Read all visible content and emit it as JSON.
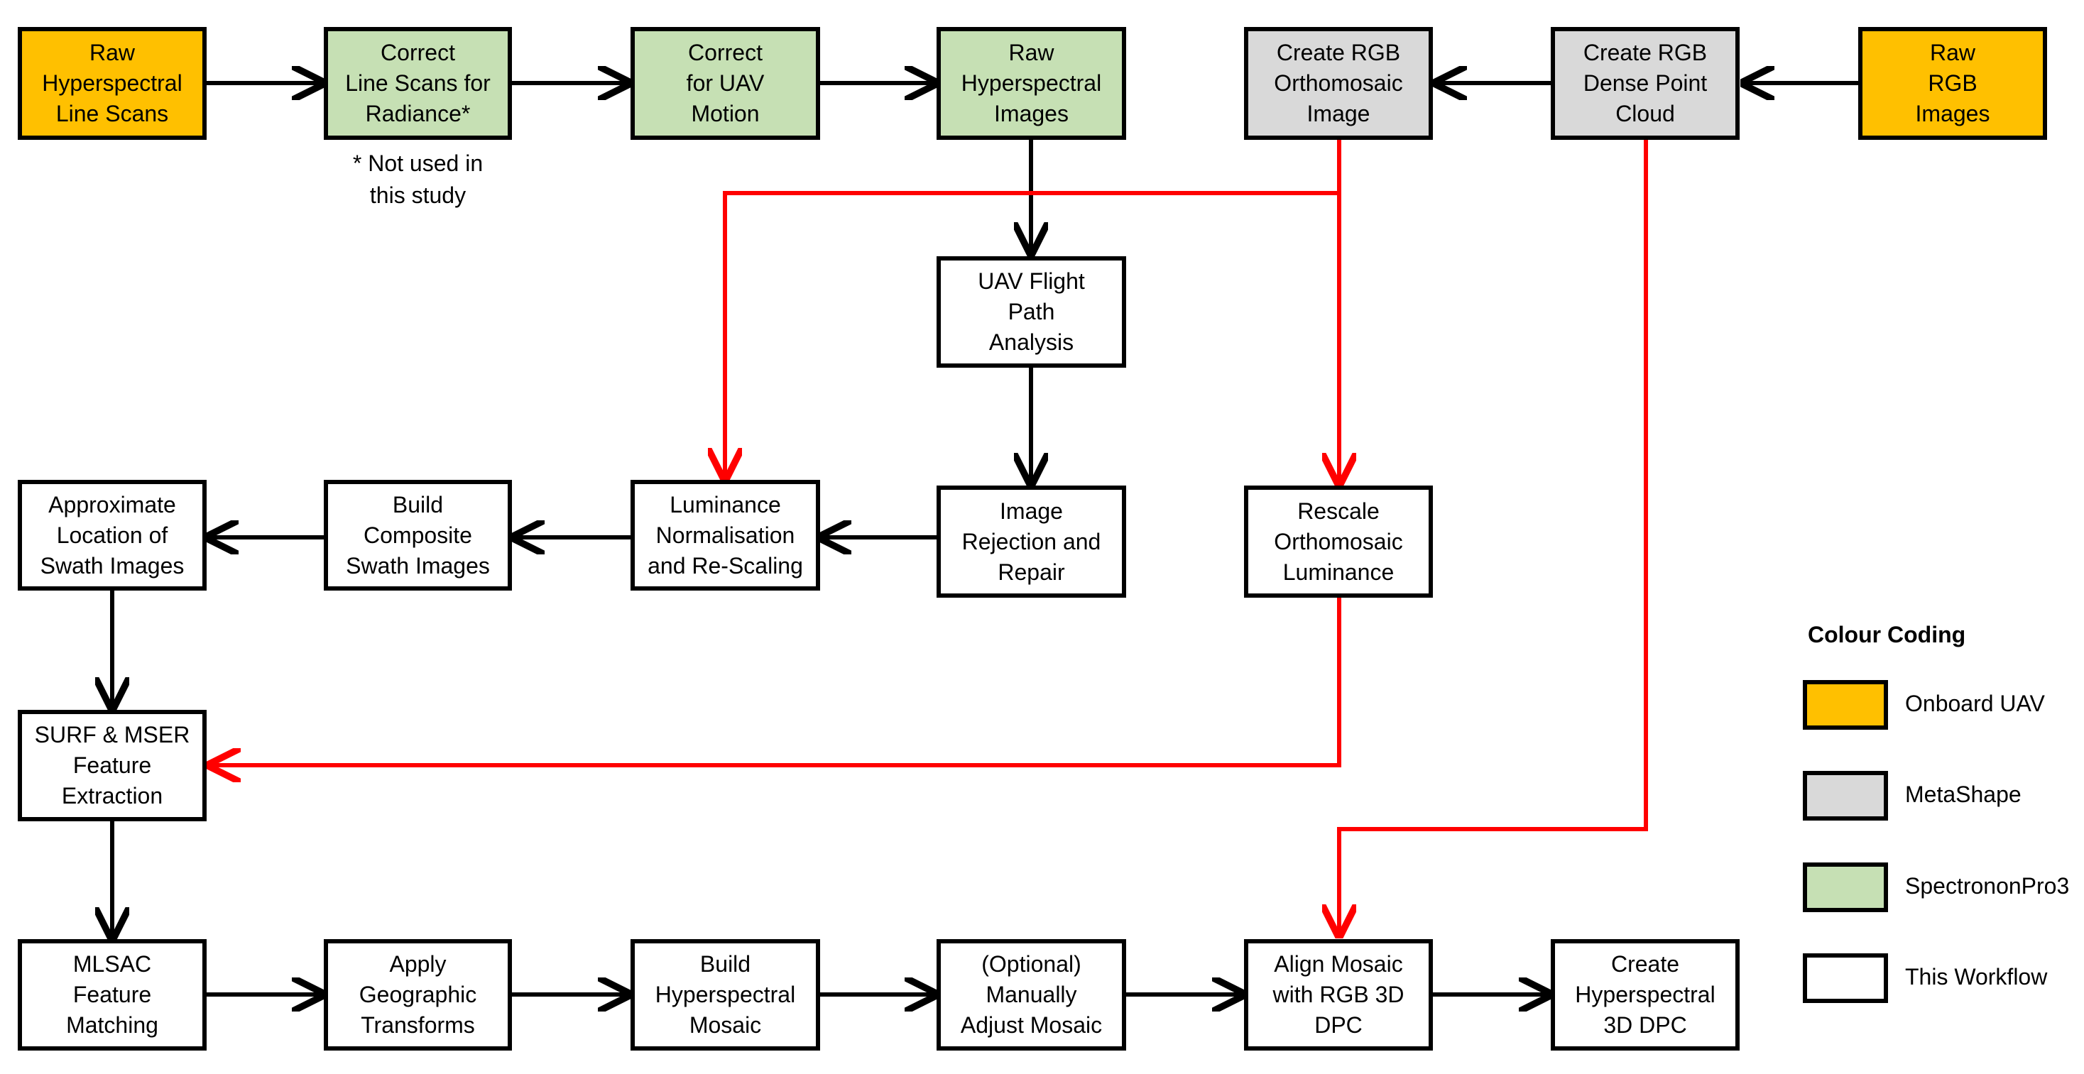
{
  "colors": {
    "onboard": "#FFC000",
    "metashape": "#D9D9D9",
    "spectronon": "#C6E0B4",
    "workflow": "#FFFFFF",
    "arrow_black": "#000000",
    "arrow_red": "#FF0000"
  },
  "nodes": {
    "raw_hs_linescans": "Raw\nHyperspectral\nLine Scans",
    "correct_radiance": "Correct\nLine Scans for\nRadiance*",
    "correct_uav_motion": "Correct\nfor UAV\nMotion",
    "raw_hs_images": "Raw\nHyperspectral\nImages",
    "create_rgb_ortho": "Create RGB\nOrthomosaic\nImage",
    "create_rgb_dpc": "Create RGB\nDense Point\nCloud",
    "raw_rgb_images": "Raw\nRGB\nImages",
    "uav_flight_path": "UAV Flight\nPath\nAnalysis",
    "approx_location": "Approximate\nLocation of\nSwath Images",
    "build_composite": "Build\nComposite\nSwath Images",
    "luminance_norm": "Luminance\nNormalisation\nand Re-Scaling",
    "image_rejection": "Image\nRejection and\nRepair",
    "rescale_ortho": "Rescale\nOrthomosaic\nLuminance",
    "surf_mser": "SURF & MSER\nFeature\nExtraction",
    "mlsac": "MLSAC\nFeature\nMatching",
    "apply_geo": "Apply\nGeographic\nTransforms",
    "build_hs_mosaic": "Build\nHyperspectral\nMosaic",
    "manual_adjust": "(Optional)\nManually\nAdjust Mosaic",
    "align_mosaic": "Align Mosaic\nwith RGB 3D\nDPC",
    "create_hs_dpc": "Create\nHyperspectral\n3D DPC"
  },
  "footnote": "* Not used in\nthis study",
  "legend": {
    "title": "Colour Coding",
    "items": [
      {
        "label": "Onboard UAV",
        "color": "#FFC000"
      },
      {
        "label": "MetaShape",
        "color": "#D9D9D9"
      },
      {
        "label": "SpectrononPro3",
        "color": "#C6E0B4"
      },
      {
        "label": "This Workflow",
        "color": "#FFFFFF"
      }
    ]
  }
}
